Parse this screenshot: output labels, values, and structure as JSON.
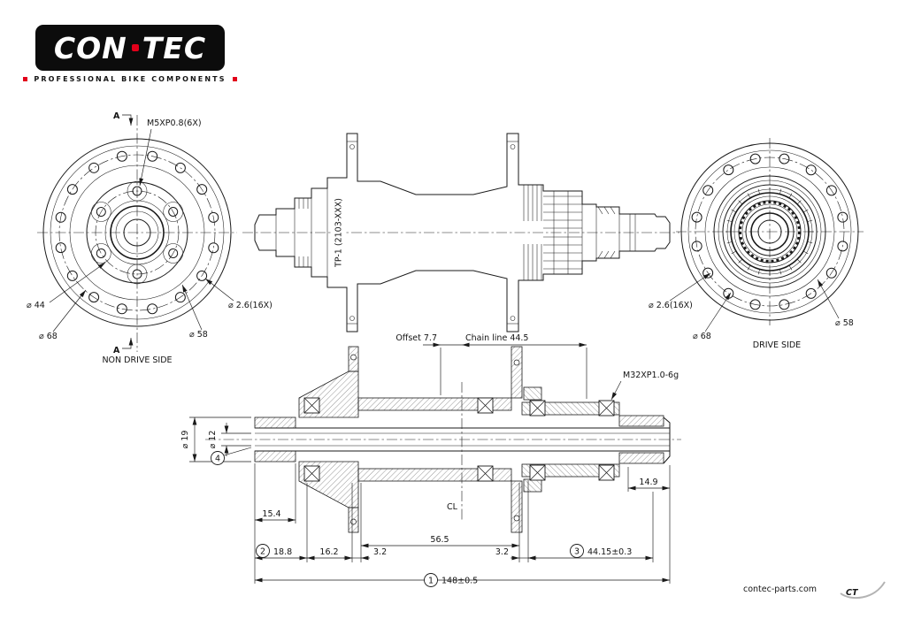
{
  "colors": {
    "brand_red": "#e2001a",
    "ink": "#1a1a1a"
  },
  "logo": {
    "brand_left": "CON",
    "brand_right": "TEC",
    "tagline": "PROFESSIONAL BIKE COMPONENTS"
  },
  "left_view": {
    "section_top": "A",
    "section_bottom": "A",
    "bolt_spec": "M5XP0.8(6X)",
    "dia_bolt_circle": "⌀ 44",
    "dia_outer": "⌀ 68",
    "dia_flange": "⌀ 58",
    "dia_spoke_hole": "⌀ 2.6(16X)",
    "caption": "NON DRIVE SIDE"
  },
  "side_view": {
    "part_number": "TP-1 (2103-XXX)"
  },
  "right_view": {
    "dia_spoke_hole": "⌀ 2.6(16X)",
    "dia_outer": "⌀ 68",
    "dia_flange": "⌀ 58",
    "caption": "DRIVE SIDE"
  },
  "section_view": {
    "offset": "Offset 7.7",
    "chain_line": "Chain line 44.5",
    "thread_spec": "M32XP1.0-6g",
    "dia_axle_end": "⌀ 19",
    "dia_axle_bore": "⌀ 12",
    "len_end_cap": "15.4",
    "len_left_end": "18.8",
    "len_flange_offset": "16.2",
    "len_gap_left": "3.2",
    "len_shell": "56.5",
    "len_gap_right": "3.2",
    "len_drive_end": "14.9",
    "len_freehub": "44.15±0.3",
    "len_overall": "148±0.5",
    "centerline": "CL",
    "balloon_1": "1",
    "balloon_2": "2",
    "balloon_3": "3",
    "balloon_4": "4"
  },
  "footer": {
    "website": "contec-parts.com",
    "logo_mark": "CT"
  }
}
